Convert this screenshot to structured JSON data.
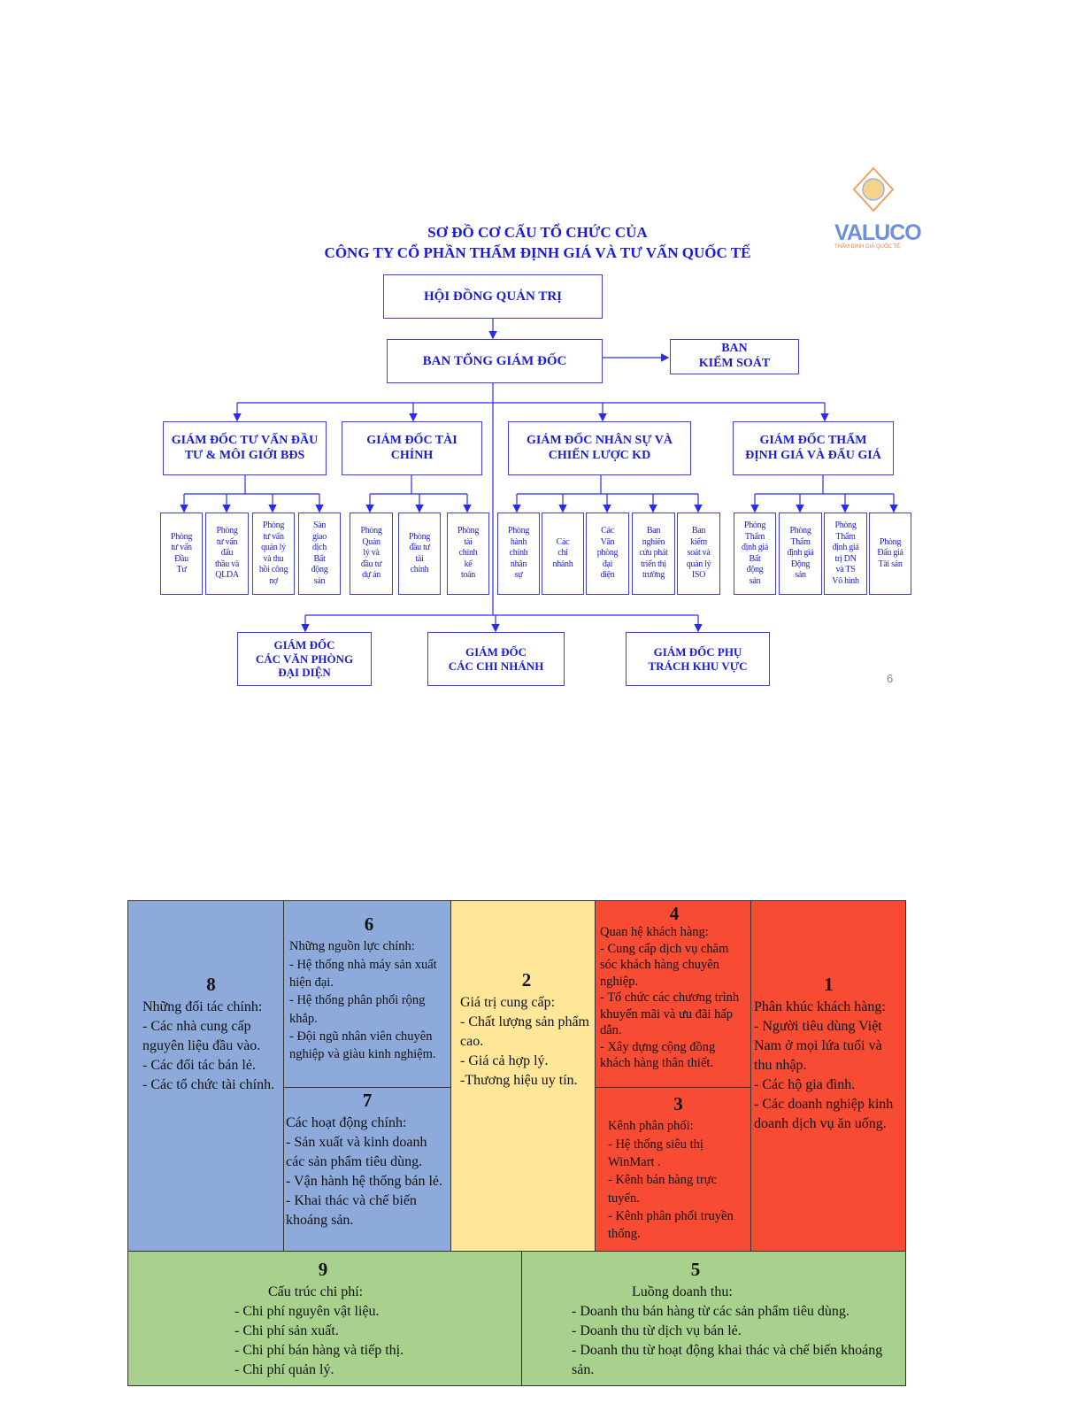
{
  "logo": {
    "name": "VALUCO",
    "tagline": "THẨM ĐỊNH GIÁ QUỐC TẾ"
  },
  "org": {
    "title1": "SƠ ĐỒ CƠ CẤU TỔ CHỨC CỦA",
    "title2": "CÔNG TY CỔ PHẦN THẨM ĐỊNH GIÁ VÀ TƯ VẤN QUỐC TẾ",
    "board": "HỘI ĐỒNG QUẢN TRỊ",
    "ceo": "BAN TỔNG GIÁM ĐỐC",
    "control": "BAN\nKIỂM SOÁT",
    "directors": [
      "GIÁM ĐỐC TƯ VẤN ĐẦU\nTƯ & MÔI GIỚI BĐS",
      "GIÁM ĐỐC TÀI\nCHÍNH",
      "GIÁM ĐỐC NHÂN SỰ VÀ\nCHIẾN LƯỢC KD",
      "GIÁM ĐỐC THẨM\nĐỊNH GIÁ VÀ ĐẤU GIÁ"
    ],
    "departments": [
      "Phòng\ntư vấn\nĐầu\nTư",
      "Phòng\ntư vấn\nđấu\nthầu và\nQLDA",
      "Phòng\ntư vấn\nquản lý\nvà thu\nhồi công\nnợ",
      "Sàn\ngiao\ndịch\nBất\nđộng\nsản",
      "Phòng\nQuản\nlý và\nđầu tư\ndự án",
      "Phòng\nđầu tư\ntài\nchính",
      "Phòng\ntài\nchính\nkế\ntoán",
      "Phòng\nhành\nchính\nnhân\nsự",
      "Các\nchi\nnhánh",
      "Các\nVăn\nphòng\nđại\ndiện",
      "Ban\nnghiên\ncứu phát\ntriển thị\ntrường",
      "Ban\nkiểm\nsoát và\nquản lý\nISO",
      "Phòng\nThẩm\nđịnh giá\nBất\nđộng\nsản",
      "Phòng\nThẩm\nđịnh giá\nĐộng\nsản",
      "Phòng\nThẩm\nđịnh giá\ntrị DN\nvà TS\nVô hình",
      "Phòng\nĐấu giá\nTài sản"
    ],
    "bottom": [
      "GIÁM ĐỐC\nCÁC VĂN PHÒNG\nĐẠI DIỆN",
      "GIÁM ĐỐC\nCÁC CHI NHÁNH",
      "GIÁM ĐỐC PHỤ\nTRÁCH KHU VỰC"
    ],
    "page_number": "6"
  },
  "canvas": {
    "c8": {
      "num": "8",
      "text": "Những đối tác chính:\n- Các nhà cung cấp nguyên liệu đầu vào.\n- Các đối tác bán lẻ.\n- Các tổ chức tài chính."
    },
    "c6": {
      "num": "6",
      "text": "Những nguồn lực chính:\n- Hệ thống nhà máy sản xuất hiện đại.\n- Hệ thống phân phối rộng khắp.\n- Đội ngũ nhân viên chuyên nghiệp và giàu kinh nghiệm."
    },
    "c7": {
      "num": "7",
      "text": "Các hoạt động chính:\n- Sản xuất và kinh doanh các sản phẩm tiêu dùng.\n- Vận hành hệ thống bán lẻ.\n- Khai thác và chế biến khoáng sản."
    },
    "c2": {
      "num": "2",
      "text": "Giá trị cung cấp:\n- Chất lượng sản phẩm cao.\n- Giá cả hợp lý.\n-Thương hiệu uy tín."
    },
    "c4": {
      "num": "4",
      "text": "Quan hệ khách hàng:\n- Cung cấp dịch vụ chăm sóc khách hàng chuyên nghiệp.\n- Tổ chức các chương trình khuyến mãi và ưu đãi hấp dẫn.\n- Xây dựng cộng đồng khách hàng thân thiết."
    },
    "c3": {
      "num": "3",
      "text": "Kênh phân phối:\n- Hệ thống siêu thị WinMart .\n - Kênh bán hàng trực tuyến.\n- Kênh phân phối truyền thống."
    },
    "c1": {
      "num": "1",
      "text": "Phân khúc khách hàng:\n- Người tiêu dùng Việt Nam ở mọi lứa tuổi và thu nhập.\n- Các hộ gia đình.\n- Các doanh nghiệp kinh doanh dịch vụ ăn uống."
    },
    "c9": {
      "num": "9",
      "title": "Cấu trúc chi phí:",
      "text": "- Chi phí nguyên vật liệu.\n- Chi phí sản xuất.\n- Chi phí bán hàng và tiếp thị.\n- Chi phí quản lý."
    },
    "c5": {
      "num": "5",
      "title": "Luồng doanh thu:",
      "text": "- Doanh thu bán hàng từ các sản phẩm tiêu dùng.\n- Doanh thu từ dịch vụ bán lẻ.\n- Doanh thu từ hoạt động khai thác và chế biến khoáng sản."
    },
    "colors": {
      "blue": "#8eaadb",
      "yellow": "#ffe699",
      "red": "#f74b34",
      "green": "#a9d18e"
    }
  }
}
